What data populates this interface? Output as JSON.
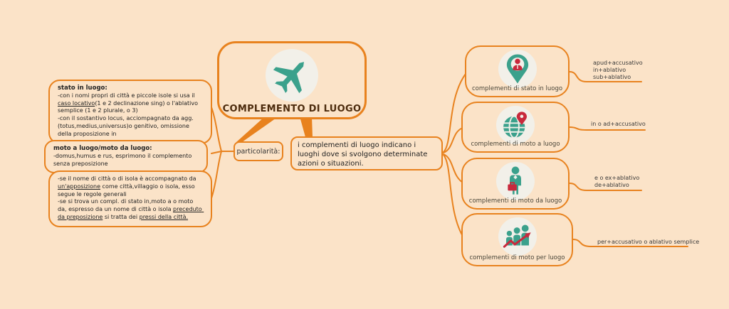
{
  "colors": {
    "background": "#FBE3C8",
    "branch_orange": "#E8821E",
    "icon_teal": "#3BA18C",
    "icon_red": "#C8293C",
    "title_brown": "#4D2C0E",
    "icon_circle_bg": "#F2F0E9"
  },
  "center": {
    "label": "COMPLEMENTO DI LUOGO",
    "icon": "airplane-icon"
  },
  "particularities": {
    "label": "particolarità:"
  },
  "description": {
    "text": "i complementi di luogo indicano i luoghi dove si svolgono determinate azioni o situazioni."
  },
  "left_boxes": [
    {
      "title": "stato in luogo:",
      "segments": [
        {
          "text": "-con i nomi propri di città e piccole isole si usa il ",
          "underline": false
        },
        {
          "text": "caso locativo",
          "underline": true
        },
        {
          "text": "(1 e 2 declinazione sing) o l'ablativo semplice (1 e 2 plurale, o 3)\n-con il sostantivo locus, acciompagnato da agg. (totus,medius,universus)o genitivo, omissione della proposizione in",
          "underline": false
        }
      ]
    },
    {
      "title": "moto a luogo/moto da luogo:",
      "segments": [
        {
          "text": "-domus,humus e rus, esprimono il complemento senza preposizione",
          "underline": false
        }
      ]
    },
    {
      "title": "",
      "segments": [
        {
          "text": "-se il nome di città o di isola è accompagnato da ",
          "underline": false
        },
        {
          "text": "un'apposizione",
          "underline": true
        },
        {
          "text": " come città,villaggio o isola, esso segue le regole generali\n-se si trova un compl. di stato in,moto a o moto da, espresso da un nome di città o isola ",
          "underline": false
        },
        {
          "text": "preceduto da preposizione",
          "underline": true
        },
        {
          "text": " si tratta dei ",
          "underline": false
        },
        {
          "text": "pressi della città.",
          "underline": true
        }
      ]
    }
  ],
  "right_nodes": [
    {
      "label": "complementi di stato in luogo",
      "icon": "person-pin-icon",
      "annotation": "apud+accusativo\nin+ablativo\nsub+ablativo"
    },
    {
      "label": "complementi di moto a luogo",
      "icon": "globe-pin-icon",
      "annotation": "in o ad+accusativo"
    },
    {
      "label": "complementi di moto da luogo",
      "icon": "person-briefcase-icon",
      "annotation": "e o ex+ablativo\nde+ablativo"
    },
    {
      "label": "complementi di moto per luogo",
      "icon": "people-arrow-icon",
      "annotation": "per+accusativo o ablativo semplice"
    }
  ]
}
